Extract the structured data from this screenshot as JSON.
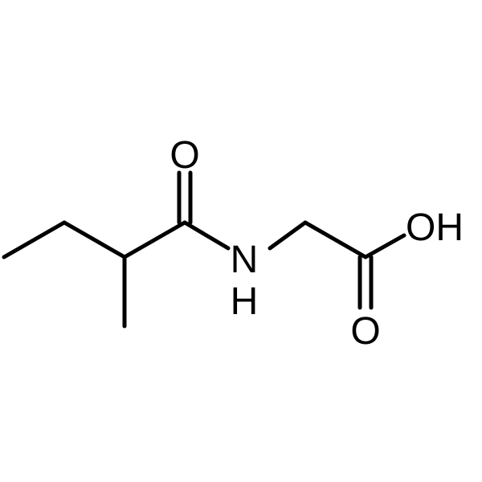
{
  "atoms": {
    "carbonyl_oxygen": "O",
    "nitrogen": "N",
    "amide_hydrogen": "H",
    "hydroxyl": "OH",
    "acid_oxygen": "O"
  },
  "colors": {
    "bond": "#000000",
    "label": "#000000",
    "background": "#ffffff"
  }
}
